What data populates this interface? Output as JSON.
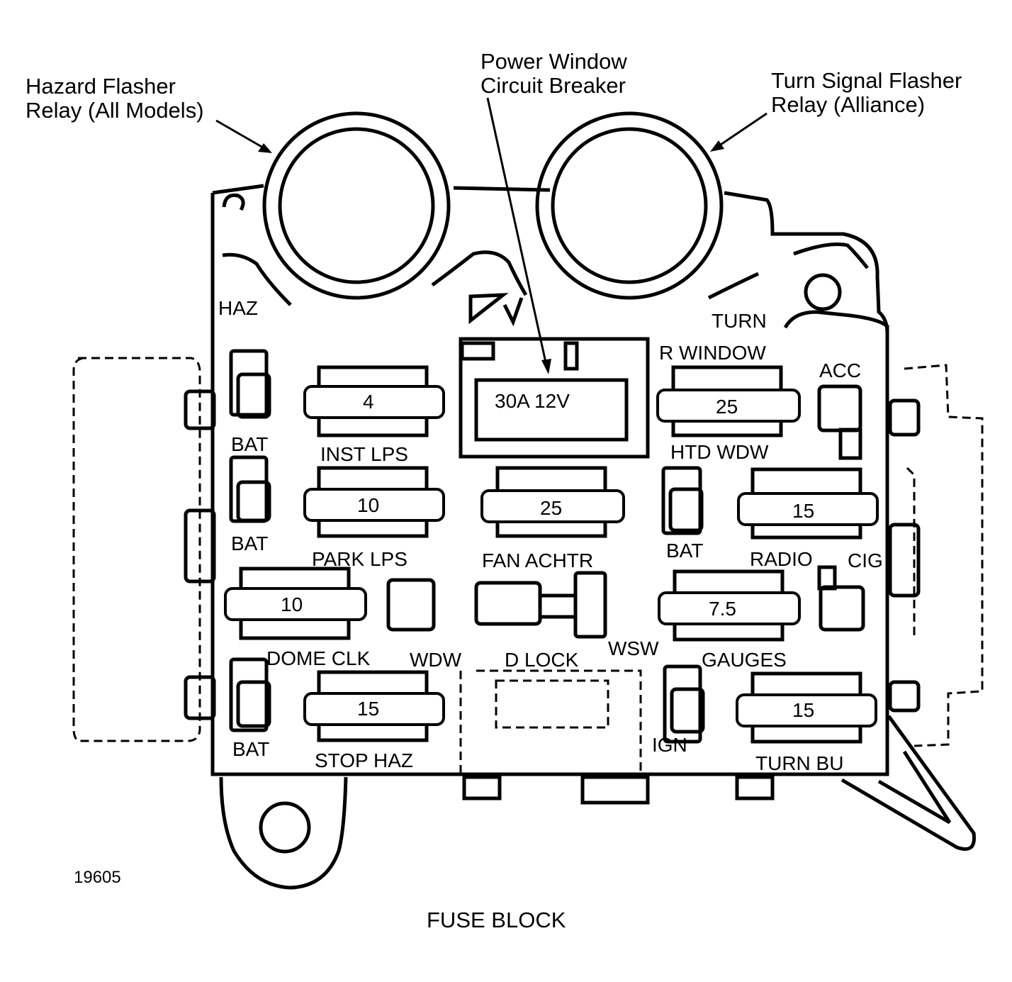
{
  "callouts": {
    "hazard_flasher": [
      "Hazard Flasher",
      "Relay (All Models)"
    ],
    "power_window": [
      "Power Window",
      "Circuit Breaker"
    ],
    "turn_signal_flasher": [
      "Turn Signal Flasher",
      "Relay (Alliance)"
    ]
  },
  "relay_labels": {
    "haz": "HAZ",
    "turn": "TURN"
  },
  "circuit_breaker": {
    "label": "R WINDOW",
    "rating": "30A 12V"
  },
  "fuses": [
    {
      "label": "INST LPS",
      "rating": "4"
    },
    {
      "label": "R WINDOW",
      "rating": "25"
    },
    {
      "label": "PARK LPS",
      "rating": "10"
    },
    {
      "label": "FAN ACHTR",
      "rating": "25"
    },
    {
      "label": "RADIO",
      "rating": "15"
    },
    {
      "label": "DOME CLK",
      "rating": "10"
    },
    {
      "label": "GAUGES",
      "rating": "7.5"
    },
    {
      "label": "STOP HAZ",
      "rating": "15"
    },
    {
      "label": "TURN BU",
      "rating": "15"
    }
  ],
  "terminal_labels": {
    "bat_1": "BAT",
    "bat_2": "BAT",
    "bat_3": "BAT",
    "bat_4": "BAT",
    "acc": "ACC",
    "htd_wdw": "HTD WDW",
    "cig": "CIG",
    "wdw": "WDW",
    "d_lock": "D LOCK",
    "wsw": "WSW",
    "ign": "IGN"
  },
  "figure_number": "19605",
  "caption": "FUSE BLOCK"
}
